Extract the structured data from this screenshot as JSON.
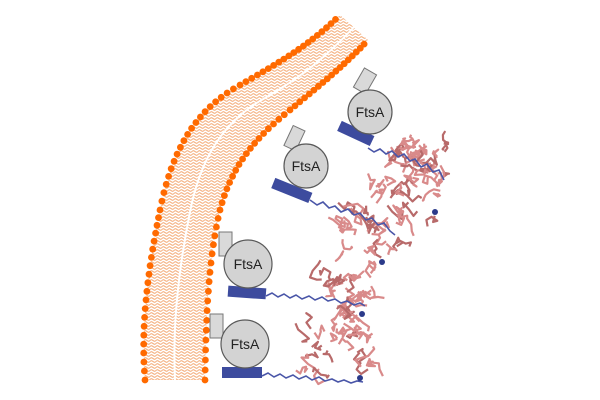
{
  "diagram": {
    "protein_label": "FtsA",
    "colors": {
      "lipid_head": "#ff6a00",
      "lipid_tail": "#f2a36b",
      "ftsa_fill": "#d3d3d3",
      "ftsa_stroke": "#5a5a5a",
      "anchor_fill": "#d9d9d9",
      "ftsz_tail_bar": "#3d4b9e",
      "linker": "#4a56a8",
      "ftsz_filament": "#d98a8a",
      "ftsz_filament_dark": "#b86a6a"
    },
    "ftsa_units": [
      {
        "label": "FtsA"
      },
      {
        "label": "FtsA"
      },
      {
        "label": "FtsA"
      },
      {
        "label": "FtsA"
      }
    ],
    "membrane": {
      "layers": 2,
      "type": "lipid bilayer"
    },
    "filament": {
      "type": "FtsZ protofilament"
    }
  }
}
